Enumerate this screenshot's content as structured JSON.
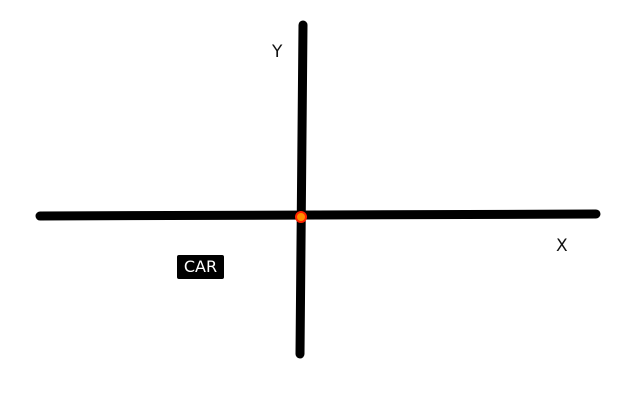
{
  "axes": {
    "x_label": "X",
    "y_label": "Y"
  },
  "tag": {
    "label": "CAR"
  },
  "colors": {
    "axis": "#000000",
    "origin_dot_fill": "#ff8c00",
    "origin_dot_ring": "#ff2200",
    "tag_background": "#000000",
    "tag_text": "#ffffff"
  }
}
